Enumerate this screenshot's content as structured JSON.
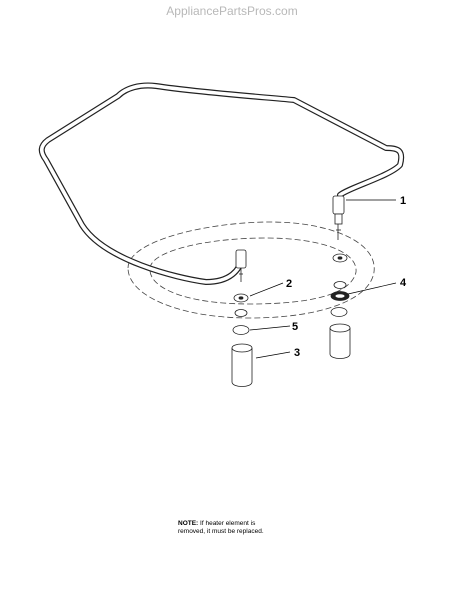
{
  "watermark": "AppliancePartsPros.com",
  "callouts": {
    "c1": "1",
    "c2": "2",
    "c3": "3",
    "c4": "4",
    "c5": "5"
  },
  "note": {
    "label": "NOTE:",
    "line1": " If heater element is",
    "line2": "removed, it must be replaced."
  }
}
